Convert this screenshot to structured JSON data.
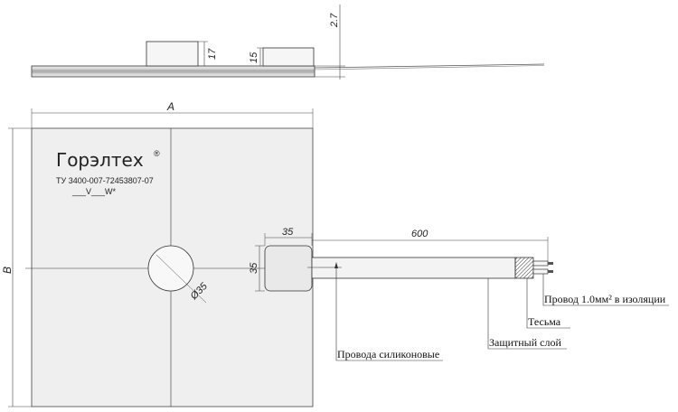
{
  "dimensions": {
    "thickness_side": "2.7",
    "height_large_box": "17",
    "height_small_box": "15",
    "width_a": "A",
    "height_b": "B",
    "hole_diameter": "Ø35",
    "box_width": "35",
    "box_height": "35",
    "cable_length": "600"
  },
  "plate": {
    "brand": "Горэлтех",
    "brand_mark": "®",
    "spec_line": "ТУ 3400-007-72453807-07",
    "rating_line": "___V___W*"
  },
  "callouts": {
    "wire_insulated": "Провод 1.0мм² в изоляции",
    "braid": "Тесьма",
    "protective_layer": "Защитный слой",
    "silicone_wires": "Провода силиконовые"
  }
}
